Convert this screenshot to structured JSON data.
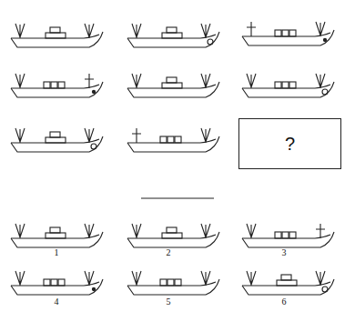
{
  "diagram": {
    "nodes": [
      {
        "text": [
          "?"
        ]
      }
    ],
    "labels": [
      "1",
      "2",
      "3",
      "4",
      "5",
      "6"
    ]
  }
}
